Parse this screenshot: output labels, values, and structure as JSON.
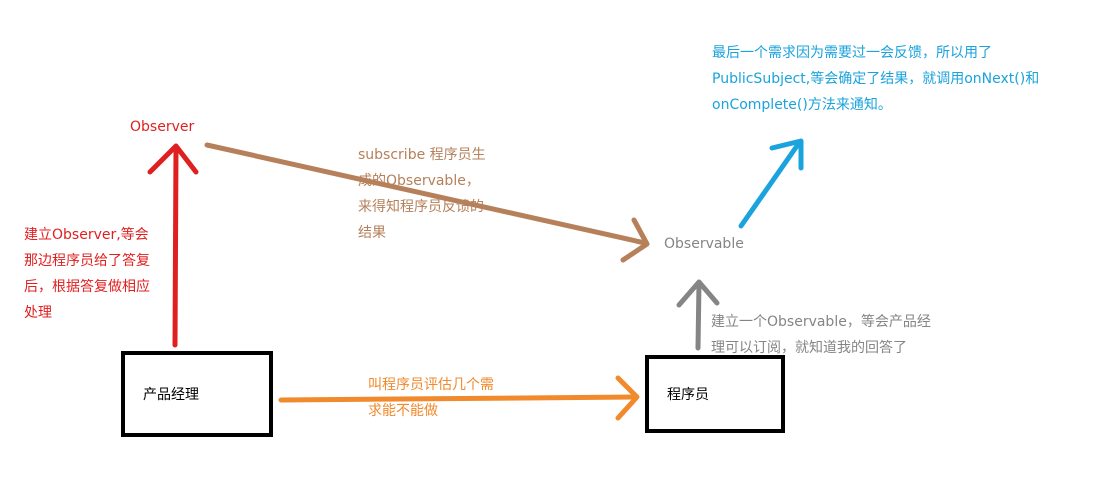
{
  "nodes": {
    "observer": "Observer",
    "observable": "Observable",
    "product_manager": "产品经理",
    "programmer": "程序员"
  },
  "annotations": {
    "create_observer": [
      "建立Observer,等会",
      "那边程序员给了答复",
      "后，根据答复做相应",
      "处理"
    ],
    "subscribe": [
      "subscribe 程序员生",
      "成的Observable，",
      "来得知程序员反馈的",
      "结果"
    ],
    "ask_programmer": [
      "叫程序员评估几个需",
      "求能不能做"
    ],
    "create_observable": [
      "建立一个Observable，等会产品经",
      "理可以订阅，就知道我的回答了"
    ],
    "final_note": [
      "最后一个需求因为需要过一会反馈，所以用了",
      "PublicSubject,等会确定了结果，就调用onNext()和",
      "onComplete()方法来通知。"
    ]
  },
  "colors": {
    "red": "#e02020",
    "brown": "#b5805a",
    "orange": "#f08a2c",
    "gray": "#858585",
    "blue": "#1aa3dc",
    "black": "#000000"
  }
}
